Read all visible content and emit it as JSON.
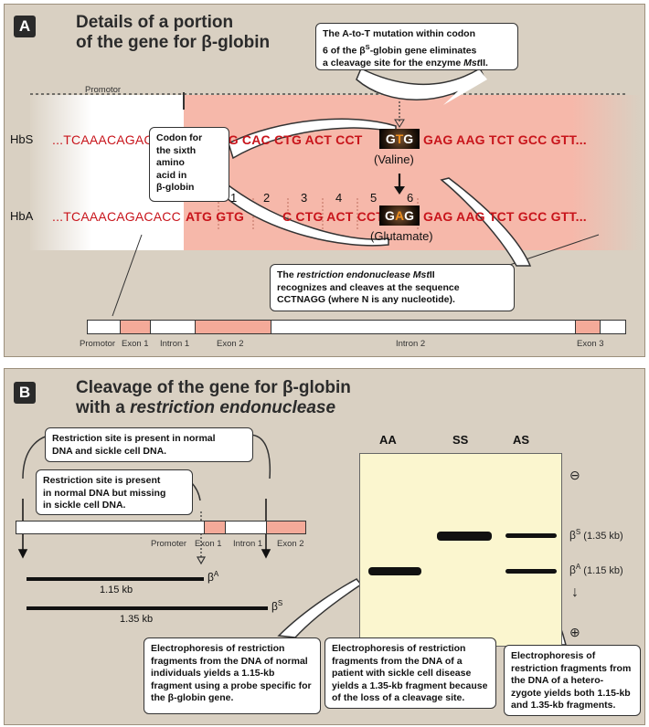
{
  "panel_a": {
    "badge": "A",
    "title_line1": "Details of a portion",
    "title_line2": "of the gene for β-globin",
    "region_promotor": "Promotor",
    "region_exon1": "Exon 1",
    "row_hbs": "HbS",
    "row_hba": "HbA",
    "hbs_seq_lead": "...TCAAACAGAC",
    "hbs_seq_tail": "TG CAC CTG ACT CCT",
    "hbs_codon_g1": "G",
    "hbs_codon_mid": "T",
    "hbs_codon_g2": "G",
    "hbs_seq_after": "GAG AAG TCT GCC GTT...",
    "hba_seq_lead": "...TCAAACAGACACC",
    "hba_seq_atg": "ATG GTG",
    "hba_seq_mid": "CTG ACT CCT",
    "hba_seq_c": "C",
    "hba_codon_g1": "G",
    "hba_codon_mid": "A",
    "hba_codon_g2": "G",
    "hba_seq_after": "GAG AAG TCT GCC GTT...",
    "codon_numbers": [
      "1",
      "2",
      "3",
      "4",
      "5",
      "6"
    ],
    "valine": "(Valine)",
    "glutamate": "(Glutamate)",
    "callout_mutation_l1": "The A-to-T mutation within codon",
    "callout_mutation_l2a": "6 of the β",
    "callout_mutation_sup": "S",
    "callout_mutation_l2b": "-globin gene eliminates",
    "callout_mutation_l3a": "a cleavage site for the enzyme ",
    "callout_mutation_l3b": "Mst",
    "callout_mutation_l3c": "II.",
    "callout_codon": [
      "Codon for",
      "the sixth",
      "amino",
      "acid in",
      "β-globin"
    ],
    "callout_enzyme_l1a": "The ",
    "callout_enzyme_l1b": "restriction endonuclease Mst",
    "callout_enzyme_l1c": "II",
    "callout_enzyme_l2": "recognizes and cleaves at the sequence",
    "callout_enzyme_l3": "CCTNAGG (where N is any nucleotide).",
    "map_labels": [
      "Promotor",
      "Exon 1",
      "Intron 1",
      "Exon 2",
      "Intron 2",
      "Exon 3"
    ]
  },
  "panel_b": {
    "badge": "B",
    "title_line1": "Cleavage of the gene for β-globin",
    "title_line2a": "with a ",
    "title_line2b": "restriction endonuclease",
    "callout_present_l1": "Restriction site is present in normal",
    "callout_present_l2": "DNA and sickle cell DNA.",
    "callout_missing_l1": "Restriction site is present",
    "callout_missing_l2": "in normal DNA but missing",
    "callout_missing_l3": "in sickle cell DNA.",
    "map_labels": [
      "Promoter",
      "Exon 1",
      "Intron 1",
      "Exon 2"
    ],
    "frag_a_symbol": "β",
    "frag_a_sup": "A",
    "frag_a_size": "1.15 kb",
    "frag_s_symbol": "β",
    "frag_s_sup": "S",
    "frag_s_size": "1.35 kb",
    "gel_lanes": [
      "AA",
      "SS",
      "AS"
    ],
    "gel_minus": "⊖",
    "gel_plus": "⊕",
    "gel_arrow": "↓",
    "gel_bs_label_a": "β",
    "gel_bs_label_sup": "S",
    "gel_bs_label_b": " (1.35 kb)",
    "gel_ba_label_a": "β",
    "gel_ba_label_sup": "A",
    "gel_ba_label_b": " (1.15 kb)",
    "callout_aa": [
      "Electrophoresis of restriction",
      "fragments from the DNA of normal",
      "individuals yields a 1.15-kb",
      "fragment using a probe specific for",
      "the β-globin gene."
    ],
    "callout_ss": [
      "Electrophoresis of restriction",
      "fragments from the DNA of a",
      "patient with sickle cell disease",
      "yields a 1.35-kb fragment because",
      "of the loss of a cleavage site."
    ],
    "callout_as": [
      "Electrophoresis of",
      "restriction fragments from",
      "the DNA of a hetero-",
      "zygote yields both 1.15-kb",
      "and 1.35-kb fragments."
    ]
  },
  "colors": {
    "panel_bg": "#d9d0c2",
    "exon_pink": "#f4aa99",
    "exon_wash": "#f6b8aa",
    "sequence_red": "#c8141b",
    "gel_bg": "#fbf6cf",
    "codon_orange": "#f0901e"
  },
  "icons": [
    "dashed-arrow-down-icon",
    "arrow-down-icon",
    "callout-pointer-icon"
  ]
}
